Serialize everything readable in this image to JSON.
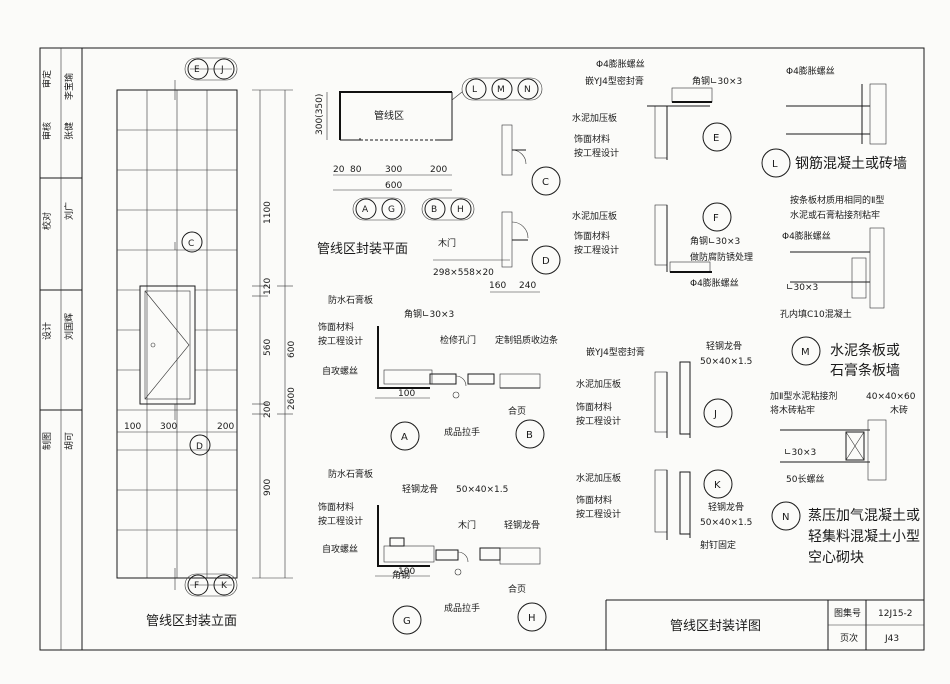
{
  "side_strip": {
    "cells": [
      {
        "label": "审定",
        "sign": "李宝瑜"
      },
      {
        "label": "审核",
        "sign": "张健"
      },
      {
        "label": "校对",
        "sign": "刘广"
      },
      {
        "label": "设计",
        "sign": "刘国辉"
      },
      {
        "label": "制图",
        "sign": "胡可"
      }
    ]
  },
  "elevation": {
    "title": "管线区封装立面",
    "top_markers": [
      "E",
      "J"
    ],
    "mid_marker": "C",
    "low_marker": "D",
    "bottom_markers": [
      "F",
      "K"
    ],
    "dims_v": [
      "1100",
      "120",
      "560",
      "600",
      "2600",
      "200",
      "900"
    ],
    "dims_h": [
      "100",
      "300",
      "200"
    ]
  },
  "plan": {
    "title": "管线区封装平面",
    "label": "管线区",
    "dim_side": "300(350)",
    "dims": [
      "20",
      "80",
      "300",
      "200",
      "600"
    ],
    "markers_bottom": [
      "A",
      "G",
      "B",
      "H"
    ],
    "markers_top": [
      "L",
      "M",
      "N"
    ]
  },
  "detail_C": {
    "label": "C"
  },
  "detail_D": {
    "label": "D",
    "door": "木门",
    "size": "298×558×20",
    "d1": "160",
    "d2": "240"
  },
  "detail_A": {
    "label": "A",
    "notes": [
      "防水石膏板",
      "角钢∟30×3",
      "饰面材料",
      "按工程设计",
      "自攻螺丝"
    ],
    "dim": "100",
    "mid": "检修孔门"
  },
  "detail_B": {
    "label": "B",
    "notes": [
      "定制铝质收边条",
      "合页",
      "成品拉手"
    ]
  },
  "detail_G": {
    "label": "G",
    "notes": [
      "防水石膏板",
      "轻钢龙骨",
      "50×40×1.5",
      "饰面材料",
      "按工程设计",
      "自攻螺丝",
      "角钢",
      "木门"
    ],
    "dim": "100"
  },
  "detail_H": {
    "label": "H",
    "notes": [
      "轻钢龙骨",
      "合页",
      "成品拉手"
    ]
  },
  "detail_E": {
    "label": "E",
    "notes": [
      "Φ4膨胀螺丝",
      "嵌YJ4型密封膏",
      "角钢∟30×3",
      "水泥加压板",
      "饰面材料",
      "按工程设计"
    ]
  },
  "detail_F": {
    "label": "F",
    "notes": [
      "水泥加压板",
      "饰面材料",
      "按工程设计",
      "角钢∟30×3",
      "做防腐防锈处理",
      "Φ4膨胀螺丝"
    ]
  },
  "detail_J": {
    "label": "J",
    "notes": [
      "嵌YJ4型密封膏",
      "轻钢龙骨",
      "50×40×1.5",
      "水泥加压板",
      "饰面材料",
      "按工程设计"
    ]
  },
  "detail_K": {
    "label": "K",
    "notes": [
      "水泥加压板",
      "饰面材料",
      "按工程设计",
      "轻钢龙骨",
      "50×40×1.5",
      "射钉固定"
    ]
  },
  "detail_L": {
    "label": "L",
    "caption": "钢筋混凝土或砖墙",
    "notes": [
      "Φ4膨胀螺丝"
    ]
  },
  "detail_M": {
    "label": "M",
    "caption": [
      "水泥条板或",
      "石膏条板墙"
    ],
    "notes": [
      "按条板材质用相同的Ⅱ型",
      "水泥或石膏粘接剂粘牢",
      "Φ4膨胀螺丝",
      "∟30×3",
      "孔内填C10混凝土"
    ]
  },
  "detail_N": {
    "label": "N",
    "caption": [
      "蒸压加气混凝土或",
      "轻集料混凝土小型",
      "空心砌块"
    ],
    "notes": [
      "加Ⅱ型水泥粘接剂",
      "将木砖粘牢",
      "40×40×60",
      "木砖",
      "∟30×3",
      "50长螺丝"
    ]
  },
  "title_block": {
    "title": "管线区封装详图",
    "atlas_label": "图集号",
    "atlas_no": "12J15-2",
    "page_label": "页次",
    "page_no": "J43"
  }
}
